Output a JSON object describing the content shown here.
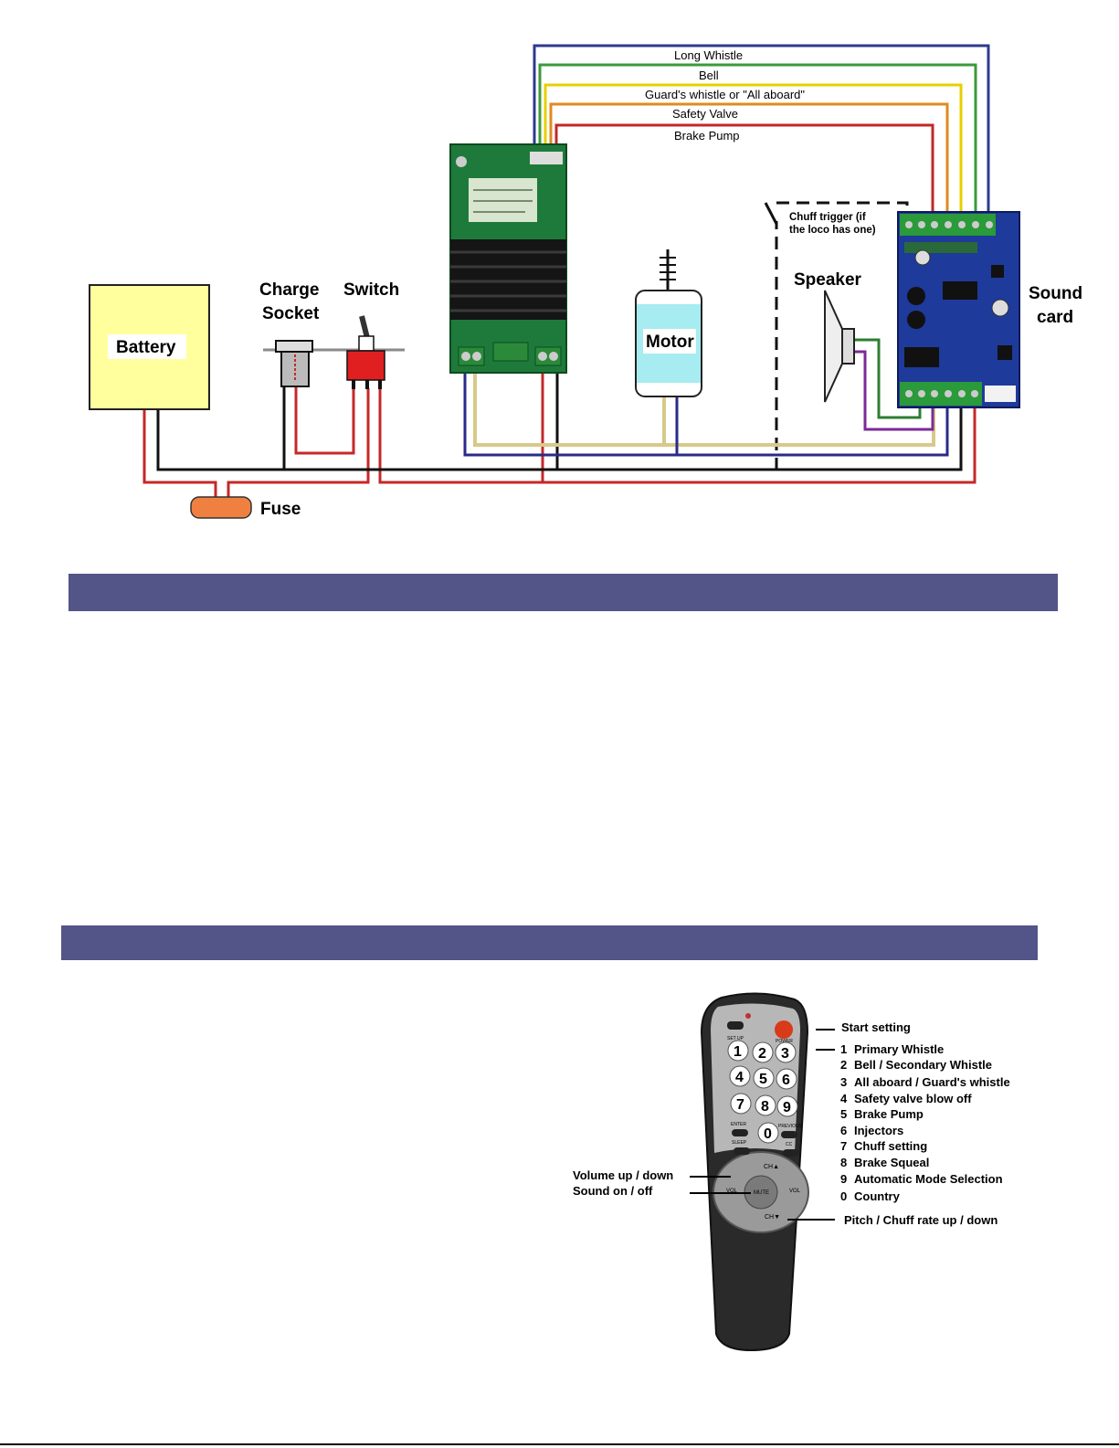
{
  "wiring": {
    "trigger_wires": [
      "Long Whistle",
      "Bell",
      "Guard's whistle or \"All aboard\"",
      "Safety Valve",
      "Brake Pump"
    ],
    "components": {
      "battery": "Battery",
      "charge_socket": [
        "Charge",
        "Socket"
      ],
      "switch": "Switch",
      "fuse": "Fuse",
      "motor": "Motor",
      "speaker": "Speaker",
      "sound_card": [
        "Sound",
        "card"
      ],
      "chuff_trigger": [
        "Chuff trigger (if",
        "the loco has one)"
      ]
    },
    "colors": {
      "long_whistle": "#2e3a8c",
      "bell": "#3a9a3a",
      "guards_whistle": "#e6d000",
      "safety_valve": "#e08a20",
      "brake_pump": "#c02828",
      "positive": "#c62828",
      "negative": "#111111",
      "motor_a": "#d8c98a",
      "motor_b": "#2a2a8a",
      "speaker_a": "#2e7d32",
      "speaker_b": "#7b2a9a"
    }
  },
  "section_band_color": "#535487",
  "remote": {
    "key_labels": {
      "start_setting": "Start setting",
      "volume": "Volume up / down",
      "sound_on_off": "Sound on / off",
      "pitch": "Pitch / Chuff rate up / down"
    },
    "number_keys": [
      {
        "key": "1",
        "label": "Primary Whistle"
      },
      {
        "key": "2",
        "label": "Bell / Secondary Whistle"
      },
      {
        "key": "3",
        "label": "All aboard / Guard's whistle"
      },
      {
        "key": "4",
        "label": "Safety valve blow off"
      },
      {
        "key": "5",
        "label": "Brake Pump"
      },
      {
        "key": "6",
        "label": "Injectors"
      },
      {
        "key": "7",
        "label": "Chuff setting"
      },
      {
        "key": "8",
        "label": "Brake Squeal"
      },
      {
        "key": "9",
        "label": "Automatic Mode Selection"
      },
      {
        "key": "0",
        "label": "Country"
      }
    ],
    "button_glyphs": [
      "1",
      "2",
      "3",
      "4",
      "5",
      "6",
      "7",
      "8",
      "9",
      "0"
    ],
    "small_buttons": [
      "SET UP",
      "POWER",
      "ENTER",
      "PREVIOUS",
      "SLEEP",
      "CC",
      "CH▲",
      "CH▼",
      "VOL",
      "VOL",
      "MUTE"
    ]
  }
}
